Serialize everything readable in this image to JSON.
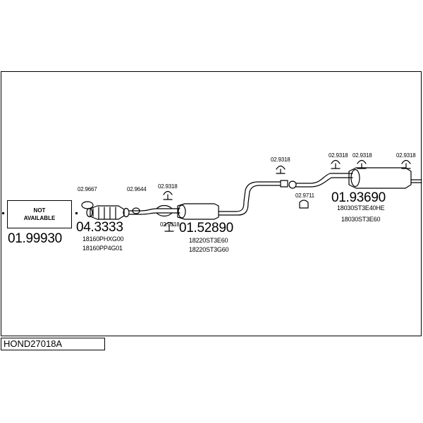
{
  "reference": "HOND27018A",
  "not_available": {
    "line1": "NOT",
    "line2": "AVAILABLE"
  },
  "groups": [
    {
      "number": "01.99930",
      "parts": []
    },
    {
      "number": "04.3333",
      "parts": [
        "18160PHXG00",
        "18160PP4G01"
      ]
    },
    {
      "number": "01.52890",
      "parts": [
        "18220ST3E60",
        "18220ST3G60"
      ]
    },
    {
      "number": "01.93690",
      "parts": [
        "18030ST3E40HE",
        "18030ST3E60"
      ]
    }
  ],
  "fittings": [
    "02.9667",
    "02.9644",
    "02.9318",
    "02.9318",
    "02.9318",
    "02.9711",
    "02.9318",
    "02.9318",
    "02.9318"
  ]
}
